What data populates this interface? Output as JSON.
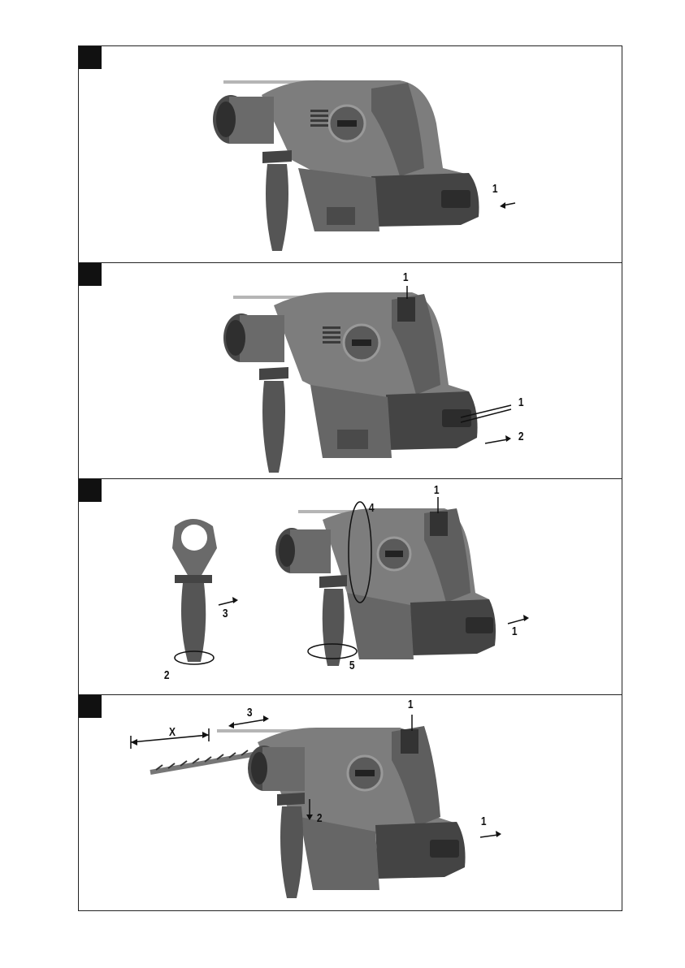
{
  "panels": [
    {
      "callouts": {
        "c1": "1"
      }
    },
    {
      "callouts": {
        "c1a": "1",
        "c1b": "1",
        "c2": "2"
      }
    },
    {
      "callouts": {
        "c1a": "1",
        "c1b": "1",
        "c2": "2",
        "c3": "3",
        "c4": "4",
        "c5": "5"
      }
    },
    {
      "callouts": {
        "c1a": "1",
        "c1b": "1",
        "c2": "2",
        "c3": "3",
        "x": "X"
      }
    }
  ],
  "colors": {
    "tool_light": "#8e8e8e",
    "tool_mid": "#6a6a6a",
    "tool_dark": "#3e3e3e",
    "frame": "#222222"
  }
}
